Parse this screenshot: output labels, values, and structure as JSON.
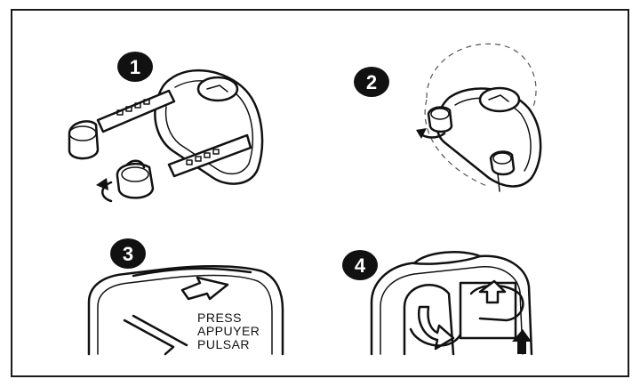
{
  "steps": [
    {
      "number": "1"
    },
    {
      "number": "2"
    },
    {
      "number": "3"
    },
    {
      "number": "4"
    }
  ],
  "labels": {
    "press_line1": "PRESS",
    "press_line2": "APPUYER",
    "press_line3": "PULSAR"
  },
  "colors": {
    "ink": "#111111",
    "paper": "#ffffff"
  }
}
